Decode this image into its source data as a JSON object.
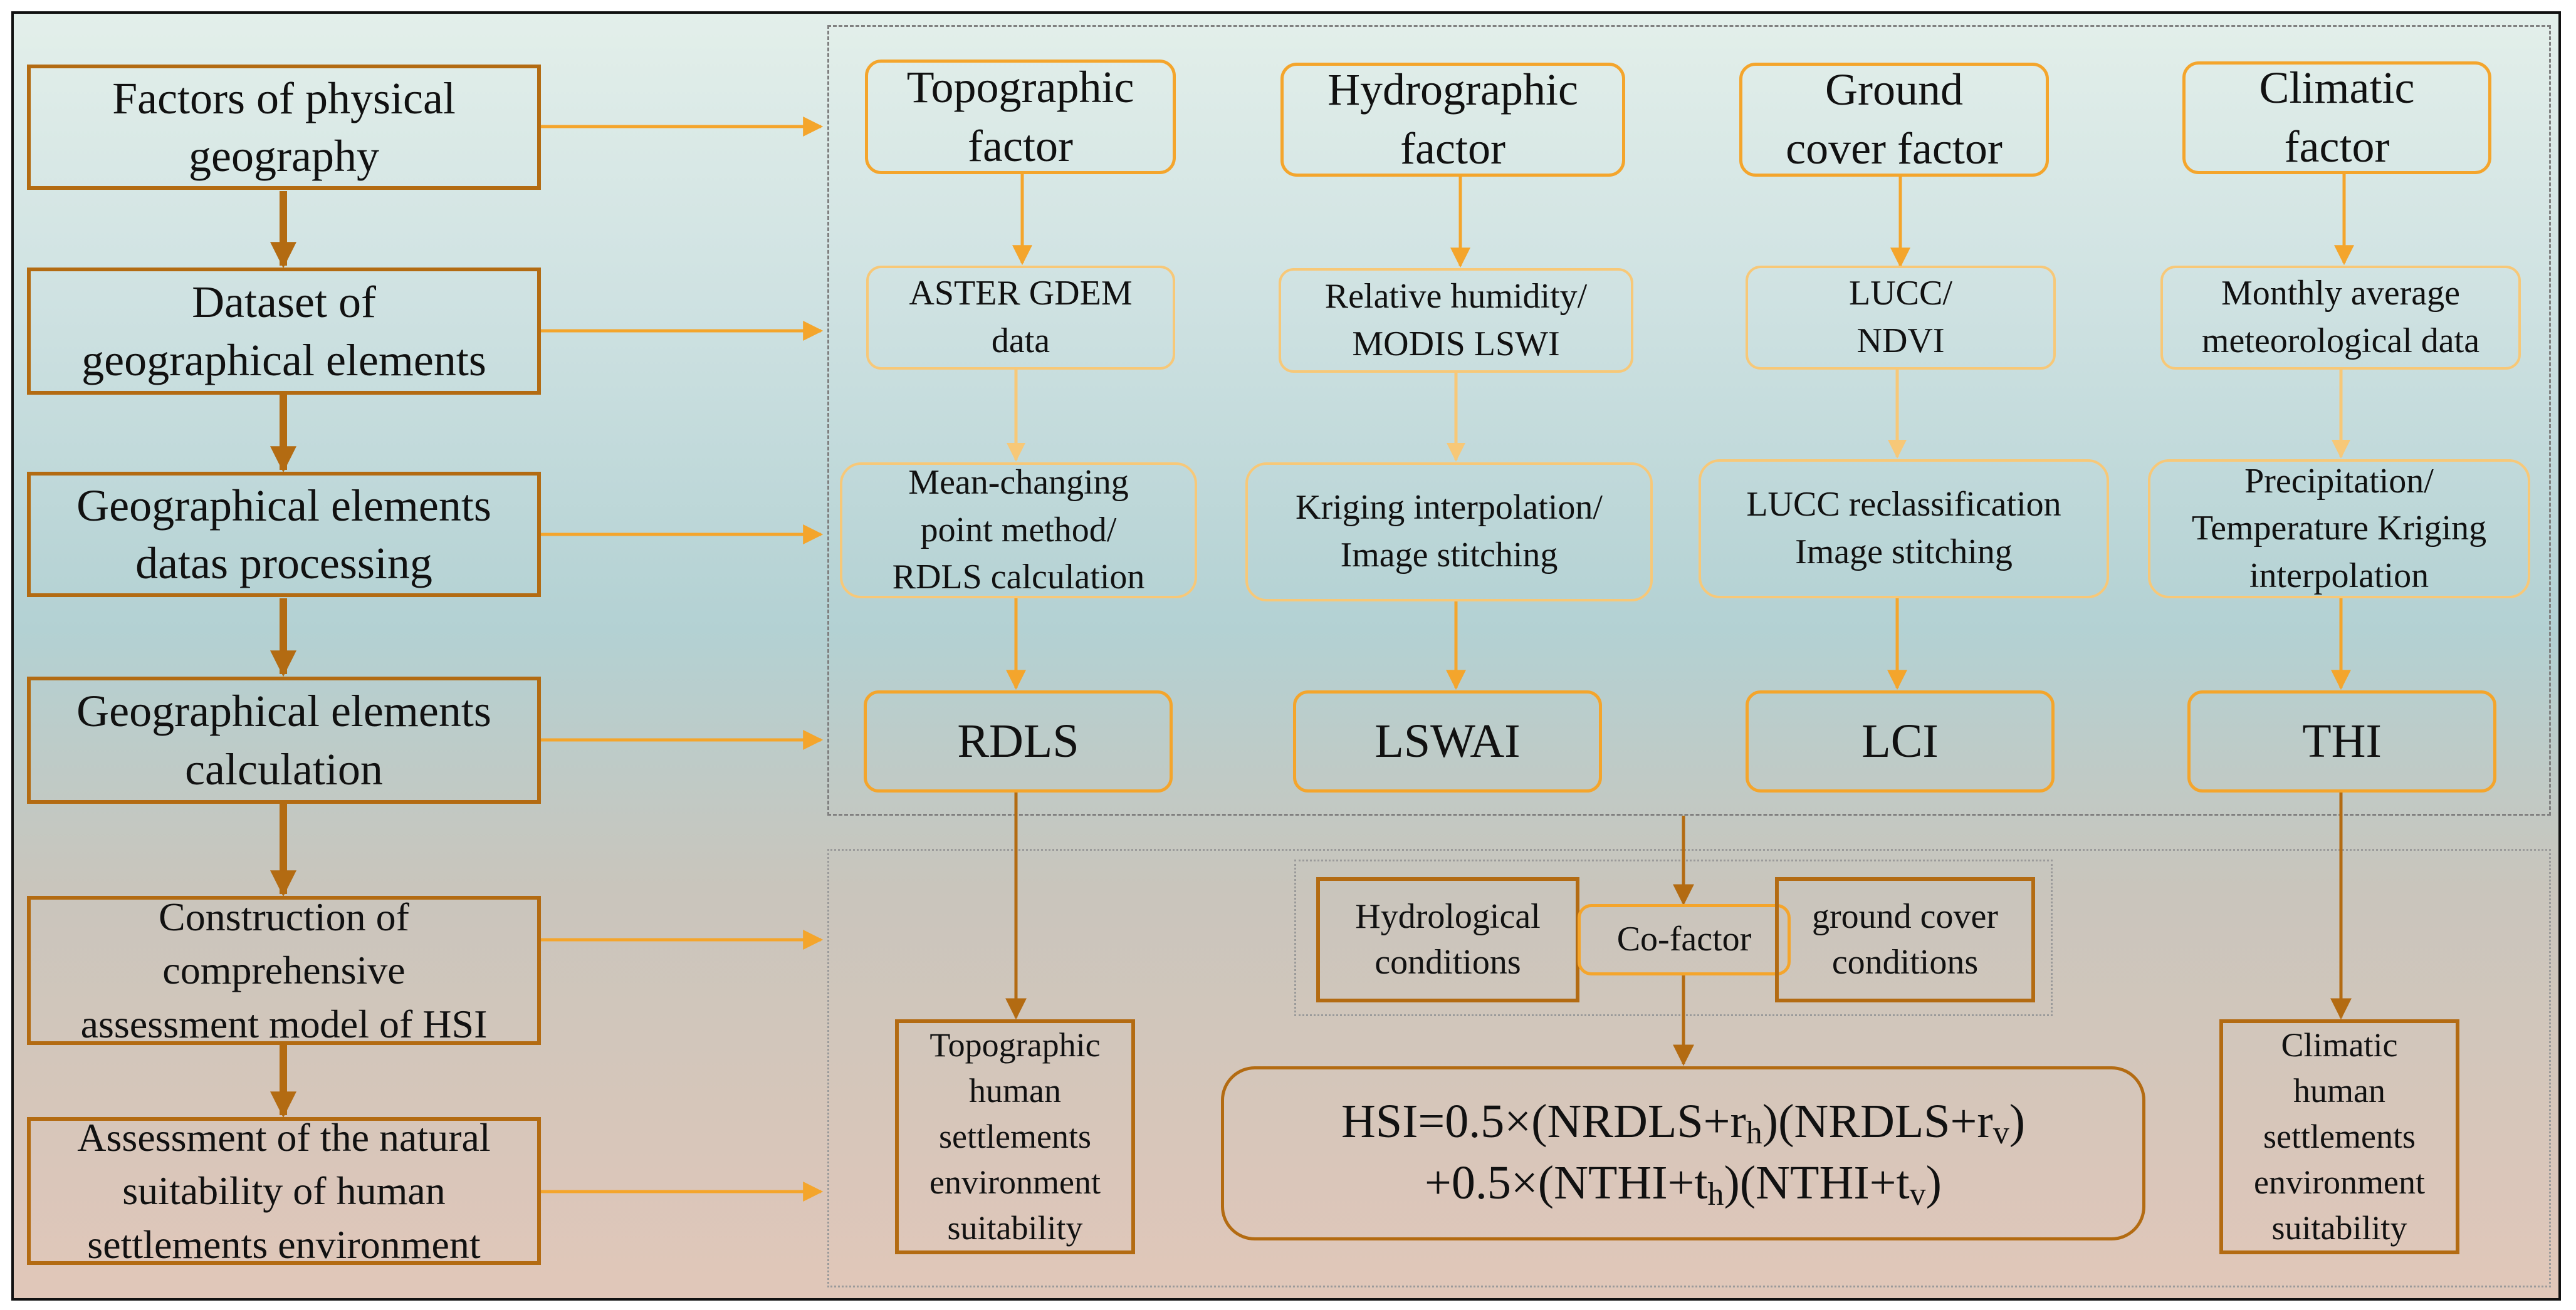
{
  "stages": [
    "Factors of physical\ngeography",
    "Dataset of\ngeographical elements",
    "Geographical elements\ndatas processing",
    "Geographical elements\ncalculation",
    "Construction of\ncomprehensive\nassessment model of HSI",
    "Assessment of the natural\nsuitability of human\nsettlements environment"
  ],
  "factors": [
    {
      "name": "Topographic\nfactor",
      "data": "ASTER GDEM\ndata",
      "process": "Mean-changing\npoint method/\nRDLS calculation",
      "index": "RDLS"
    },
    {
      "name": "Hydrographic\nfactor",
      "data": "Relative humidity/\nMODIS LSWI",
      "process": "Kriging interpolation/\nImage stitching",
      "index": "LSWAI"
    },
    {
      "name": "Ground\ncover factor",
      "data": "LUCC/\nNDVI",
      "process": "LUCC reclassification\nImage stitching",
      "index": "LCI"
    },
    {
      "name": "Climatic\nfactor",
      "data": "Monthly average\nmeteorological data",
      "process": "Precipitation/\nTemperature Kriging\ninterpolation",
      "index": "THI"
    }
  ],
  "cofactor": {
    "left": "Hydrological\nconditions",
    "center": "Co-factor",
    "right": "ground cover\nconditions"
  },
  "formula": {
    "line1": [
      "HSI=0.5×(NRDLS+r",
      "h",
      ")(NRDLS+r",
      "v",
      ")"
    ],
    "line2": [
      "+0.5×(NTHI+t",
      "h",
      ")(NTHI+t",
      "v",
      ")"
    ]
  },
  "results": {
    "topographic": "Topographic\nhuman\nsettlements\nenvironment\nsuitability",
    "climatic": "Climatic\nhuman\nsettlements\nenvironment\nsuitability"
  },
  "colors": {
    "dark_arrow": "#b36b12",
    "light_arrow": "#f4a52c",
    "pale_border": "#f7c878"
  }
}
